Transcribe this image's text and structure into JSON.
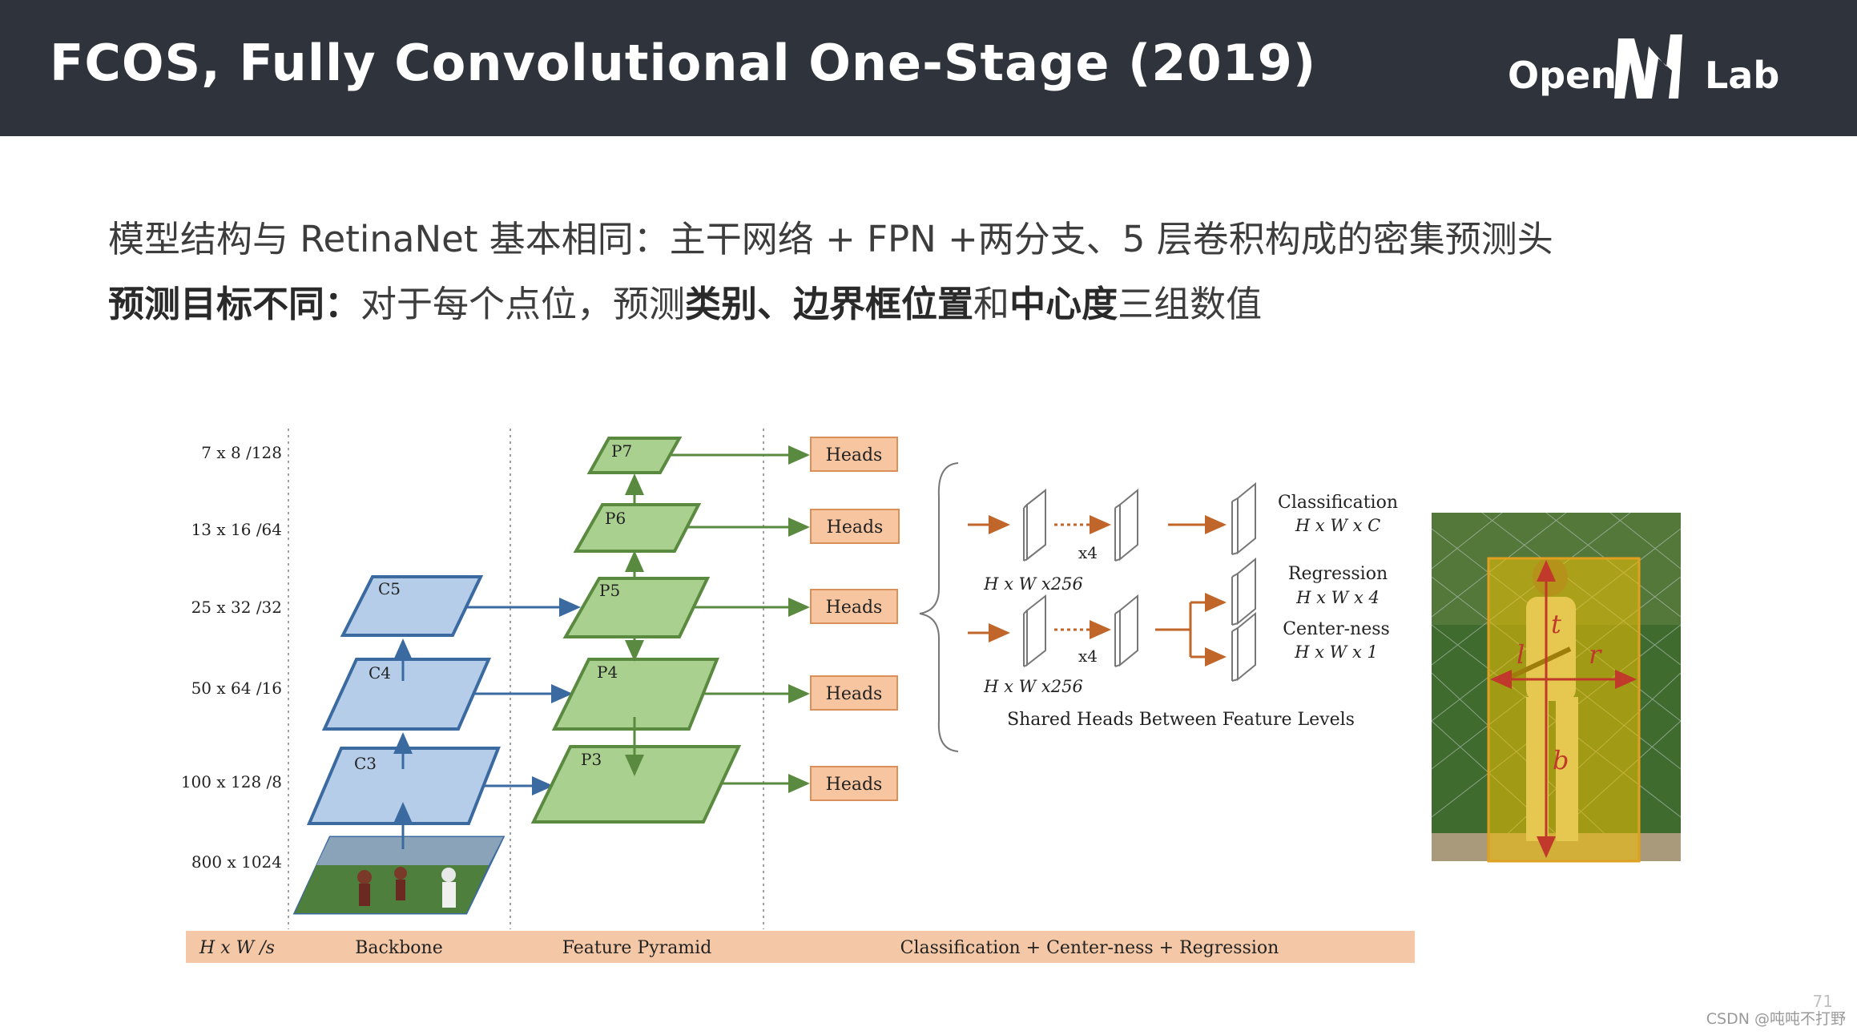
{
  "header": {
    "title": "FCOS, Fully Convolutional One-Stage (2019)",
    "logo_open": "Open",
    "logo_lab": "Lab",
    "bg_color": "#2f343c"
  },
  "body_text": {
    "line1": "模型结构与 RetinaNet 基本相同：主干网络 + FPN +两分支、5 层卷积构成的密集预测头",
    "line2_a": "预测目标不同：",
    "line2_b": "对于每个点位，预测",
    "line2_c": "类别、边界框位置",
    "line2_d": "和",
    "line2_e": "中心度",
    "line2_f": "三组数值"
  },
  "diagram": {
    "scales": [
      "7 x 8 /128",
      "13 x 16 /64",
      "25 x 32 /32",
      "50 x 64 /16",
      "100 x 128 /8",
      "800 x 1024"
    ],
    "backbone_levels": [
      "C5",
      "C4",
      "C3"
    ],
    "pyramid_levels": [
      "P7",
      "P6",
      "P5",
      "P4",
      "P3"
    ],
    "heads_label": "Heads",
    "x4": "x4",
    "hw256": "H x W x256",
    "classification": "Classification",
    "classification_dims": "H x W x C",
    "regression": "Regression",
    "regression_dims": "H x W x 4",
    "centerness": "Center-ness",
    "centerness_dims": "H x W x 1",
    "shared_heads": "Shared Heads Between Feature Levels",
    "footer_hws": "H x W /s",
    "footer_backbone": "Backbone",
    "footer_pyramid": "Feature Pyramid",
    "footer_heads": "Classification + Center-ness + Regression",
    "ltrb": [
      "t",
      "l",
      "r",
      "b"
    ],
    "colors": {
      "backbone_fill": "#b5cde8",
      "backbone_stroke": "#3b6aa0",
      "pyramid_fill": "#a9d08e",
      "pyramid_stroke": "#5a8a40",
      "heads_fill": "#f7c5a0",
      "heads_stroke": "#d9905a",
      "footer_bar": "#f4c8a6",
      "bbox_fill": "#f2c100",
      "ltrb_color": "#c0392b"
    }
  },
  "watermark": {
    "csdn": "CSDN @吨吨不打野",
    "page": "71"
  }
}
